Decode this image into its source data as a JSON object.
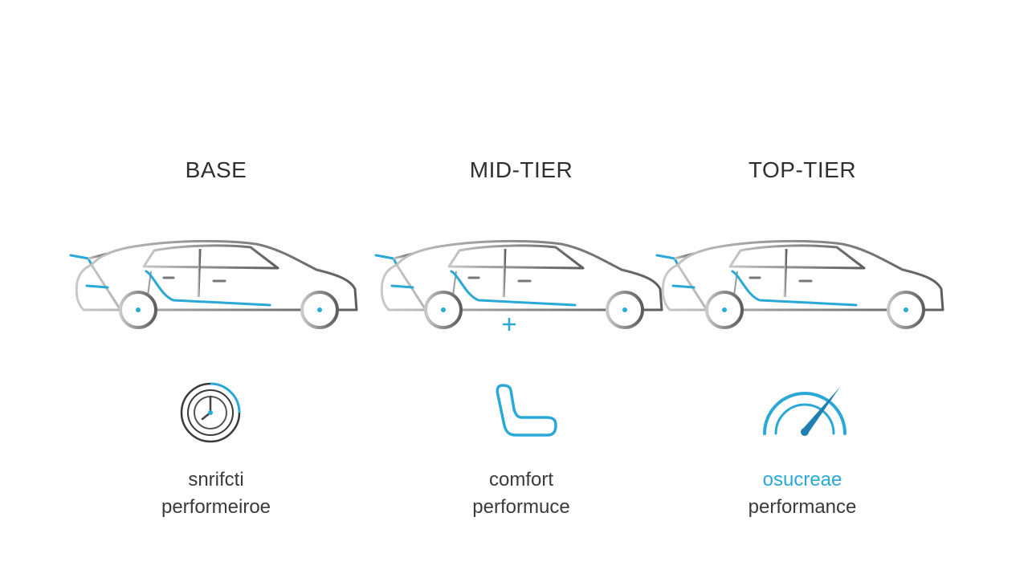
{
  "tiers": [
    {
      "title": "BASE",
      "icon": "dial-icon",
      "feature_line1": "snrifcti",
      "feature_line2": "performeiroe",
      "line1_color": "#3a3a3a"
    },
    {
      "title": "MID-TIER",
      "icon": "seat-icon",
      "feature_line1": "comfort",
      "feature_line2": "performuce",
      "line1_color": "#3a3a3a"
    },
    {
      "title": "TOP-TIER",
      "icon": "speedometer-icon",
      "feature_line1": "osucreae",
      "feature_line2": "performance",
      "line1_color": "#2aa8d8"
    }
  ],
  "colors": {
    "accent": "#2aa8d8",
    "outline": "#8a8a8a",
    "text": "#333333"
  }
}
